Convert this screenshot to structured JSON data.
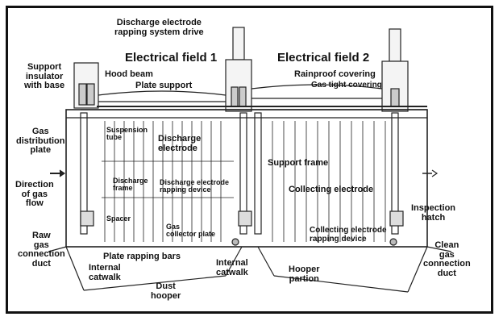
{
  "labels": {
    "drive": "Discharge electrode\nrapping system drive",
    "field1": "Electrical field 1",
    "field2": "Electrical field 2",
    "support_insulator": "Support\ninsulator\nwith base",
    "hood_beam": "Hood beam",
    "plate_support": "Plate support",
    "rainproof": "Rainproof covering",
    "gastight": "Gas tight covering",
    "gas_dist": "Gas\ndistribution\nplate",
    "suspension": "Suspension\ntube",
    "discharge_electrode": "Discharge\nelectrode",
    "support_frame": "Support frame",
    "direction": "Direction\nof gas\nflow",
    "discharge_frame": "Discharge\nframe",
    "discharge_rapping": "Discharge electrode\nrapping device",
    "collecting_electrode": "Collecting electrode",
    "inspection": "Inspection\nhatch",
    "spacer": "Spacer",
    "gas_collector": "Gas\ncollector plate",
    "collecting_rapping": "Collecting electrode\nrapping device",
    "raw_gas": "Raw\ngas\nconnection\nduct",
    "plate_rapping": "Plate rapping bars",
    "internal_catwalk_l": "Internal\ncatwalk",
    "internal_catwalk_c": "Internal\ncatwalk",
    "hooper_partion": "Hooper\npartion",
    "clean_gas": "Clean\ngas\nconnection\nduct",
    "dust_hooper": "Dust\nhooper"
  }
}
